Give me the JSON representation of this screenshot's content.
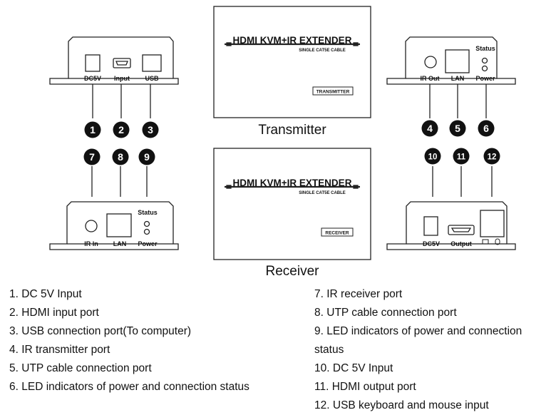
{
  "devices": {
    "transmitter": {
      "product": "HDMI KVM+IR EXTENDER",
      "subtitle": "SINGLE CAT5E CABLE",
      "badge": "TRANSMITTER",
      "caption": "Transmitter",
      "left_panel": {
        "labels": [
          "DC5V",
          "Input",
          "USB"
        ],
        "markers": [
          "1",
          "2",
          "3"
        ]
      },
      "right_panel": {
        "labels": [
          "IR Out",
          "LAN",
          "Power"
        ],
        "status": "Status",
        "markers": [
          "4",
          "5",
          "6"
        ]
      }
    },
    "receiver": {
      "product": "HDMI KVM+IR EXTENDER",
      "subtitle": "SINGLE CAT5E CABLE",
      "badge": "RECEIVER",
      "caption": "Receiver",
      "left_panel": {
        "labels": [
          "IR In",
          "LAN",
          "Power"
        ],
        "status": "Status",
        "markers": [
          "7",
          "8",
          "9"
        ]
      },
      "right_panel": {
        "labels": [
          "DC5V",
          "Output"
        ],
        "markers": [
          "10",
          "11",
          "12"
        ]
      }
    }
  },
  "legend": {
    "left": [
      {
        "num": "1",
        "text": "DC 5V Input"
      },
      {
        "num": "2",
        "text": "HDMI input port"
      },
      {
        "num": "3",
        "text": "USB connection port(To computer)"
      },
      {
        "num": "4",
        "text": "IR transmitter port"
      },
      {
        "num": "5",
        "text": "UTP cable connection port"
      },
      {
        "num": "6",
        "text": "LED indicators of power and connection status"
      }
    ],
    "right": [
      {
        "num": "7",
        "text": "IR receiver port"
      },
      {
        "num": "8",
        "text": "UTP cable connection port"
      },
      {
        "num": "9",
        "text": "LED indicators of power and connection status"
      },
      {
        "num": "10",
        "text": "DC 5V Input"
      },
      {
        "num": "11",
        "text": "HDMI output port"
      },
      {
        "num": "12",
        "text": "USB keyboard and mouse input"
      }
    ]
  }
}
